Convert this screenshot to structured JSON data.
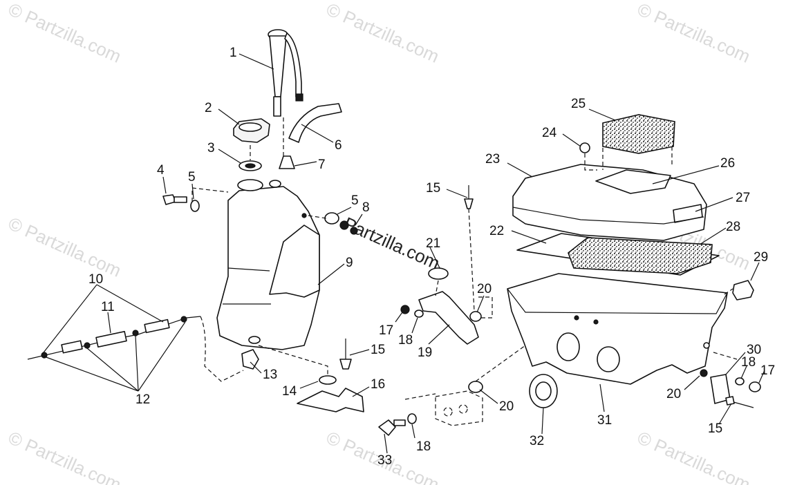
{
  "watermark": {
    "text": "© Partzilla.com",
    "center_text": "Partzilla.com"
  },
  "callouts": [
    {
      "id": "c1",
      "label": "1"
    },
    {
      "id": "c2",
      "label": "2"
    },
    {
      "id": "c3",
      "label": "3"
    },
    {
      "id": "c4",
      "label": "4"
    },
    {
      "id": "c5a",
      "label": "5"
    },
    {
      "id": "c5b",
      "label": "5"
    },
    {
      "id": "c6",
      "label": "6"
    },
    {
      "id": "c7",
      "label": "7"
    },
    {
      "id": "c8",
      "label": "8"
    },
    {
      "id": "c9",
      "label": "9"
    },
    {
      "id": "c10",
      "label": "10"
    },
    {
      "id": "c11",
      "label": "11"
    },
    {
      "id": "c12",
      "label": "12"
    },
    {
      "id": "c13",
      "label": "13"
    },
    {
      "id": "c14",
      "label": "14"
    },
    {
      "id": "c15a",
      "label": "15"
    },
    {
      "id": "c15b",
      "label": "15"
    },
    {
      "id": "c15c",
      "label": "15"
    },
    {
      "id": "c16",
      "label": "16"
    },
    {
      "id": "c17a",
      "label": "17"
    },
    {
      "id": "c17b",
      "label": "17"
    },
    {
      "id": "c18a",
      "label": "18"
    },
    {
      "id": "c18b",
      "label": "18"
    },
    {
      "id": "c18c",
      "label": "18"
    },
    {
      "id": "c19",
      "label": "19"
    },
    {
      "id": "c20a",
      "label": "20"
    },
    {
      "id": "c20b",
      "label": "20"
    },
    {
      "id": "c20c",
      "label": "20"
    },
    {
      "id": "c21",
      "label": "21"
    },
    {
      "id": "c22",
      "label": "22"
    },
    {
      "id": "c23",
      "label": "23"
    },
    {
      "id": "c24",
      "label": "24"
    },
    {
      "id": "c25",
      "label": "25"
    },
    {
      "id": "c26",
      "label": "26"
    },
    {
      "id": "c27",
      "label": "27"
    },
    {
      "id": "c28",
      "label": "28"
    },
    {
      "id": "c29",
      "label": "29"
    },
    {
      "id": "c30",
      "label": "30"
    },
    {
      "id": "c31",
      "label": "31"
    },
    {
      "id": "c32",
      "label": "32"
    },
    {
      "id": "c33",
      "label": "33"
    }
  ]
}
